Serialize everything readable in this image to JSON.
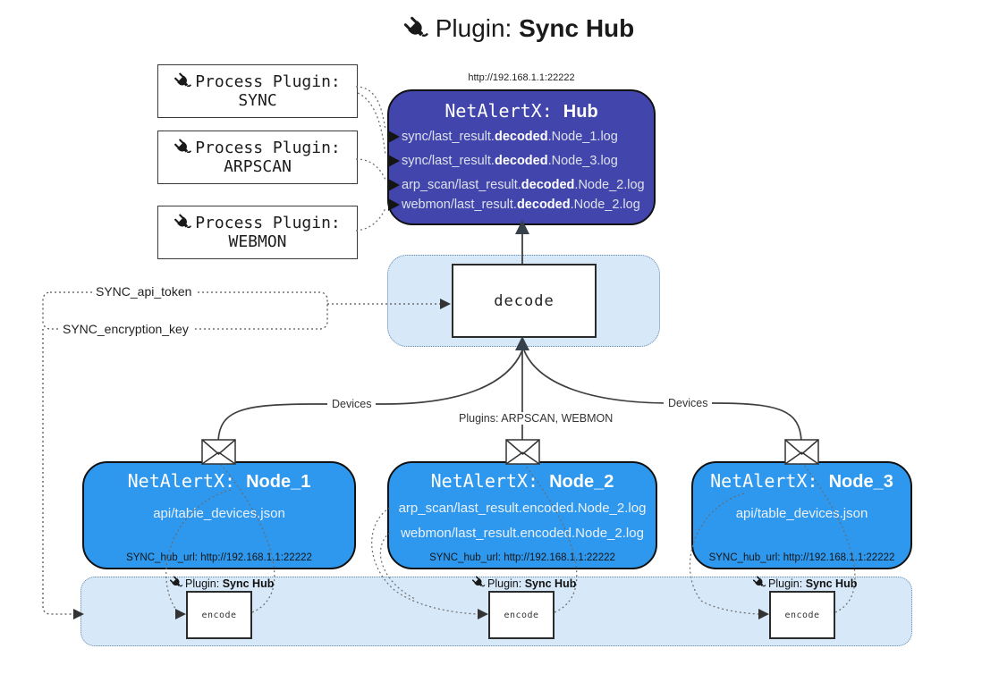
{
  "title": {
    "prefix": "Plugin: ",
    "bold": "Sync Hub"
  },
  "process_plugins": [
    {
      "label": "Process Plugin:",
      "name": "SYNC"
    },
    {
      "label": "Process Plugin:",
      "name": "ARPSCAN"
    },
    {
      "label": "Process Plugin:",
      "name": "WEBMON"
    }
  ],
  "hub": {
    "url": "http://192.168.1.1:22222",
    "title_prefix": "NetAlertX: ",
    "title_bold": "Hub",
    "logs": [
      {
        "pre": "sync/last_result.",
        "bold": "decoded",
        "post": ".Node_1.log"
      },
      {
        "pre": "sync/last_result.",
        "bold": "decoded",
        "post": ".Node_3.log"
      },
      {
        "pre": "arp_scan/last_result.",
        "bold": "decoded",
        "post": ".Node_2.log"
      },
      {
        "pre": "webmon/last_result.",
        "bold": "decoded",
        "post": ".Node_2.log"
      }
    ]
  },
  "decode": {
    "label": "decode"
  },
  "config": {
    "api_token": "SYNC_api_token",
    "encryption_key": "SYNC_encryption_key"
  },
  "edge_labels": {
    "left": "Devices",
    "center": "Plugins: ARPSCAN, WEBMON",
    "right": "Devices"
  },
  "nodes": [
    {
      "title_prefix": "NetAlertX: ",
      "title_bold": "Node_1",
      "lines": [
        "api/table_devices.json"
      ],
      "hub_url": "SYNC_hub_url: http://192.168.1.1:22222"
    },
    {
      "title_prefix": "NetAlertX: ",
      "title_bold": "Node_2",
      "lines": [
        "arp_scan/last_result.encoded.Node_2.log",
        "webmon/last_result.encoded.Node_2.log"
      ],
      "hub_url": "SYNC_hub_url: http://192.168.1.1:22222"
    },
    {
      "title_prefix": "NetAlertX: ",
      "title_bold": "Node_3",
      "lines": [
        "api/table_devices.json"
      ],
      "hub_url": "SYNC_hub_url: http://192.168.1.1:22222"
    }
  ],
  "band": {
    "plugin_prefix": "Plugin: ",
    "plugin_bold": "Sync Hub",
    "encode_label": "encode"
  },
  "icons": {
    "plug": "plug-icon",
    "envelope": "envelope-icon"
  },
  "colors": {
    "hub_bg": "#4246ac",
    "node_bg": "#2e98ef",
    "panel_bg": "#d7e8f8",
    "line": "#3f3f3f"
  }
}
